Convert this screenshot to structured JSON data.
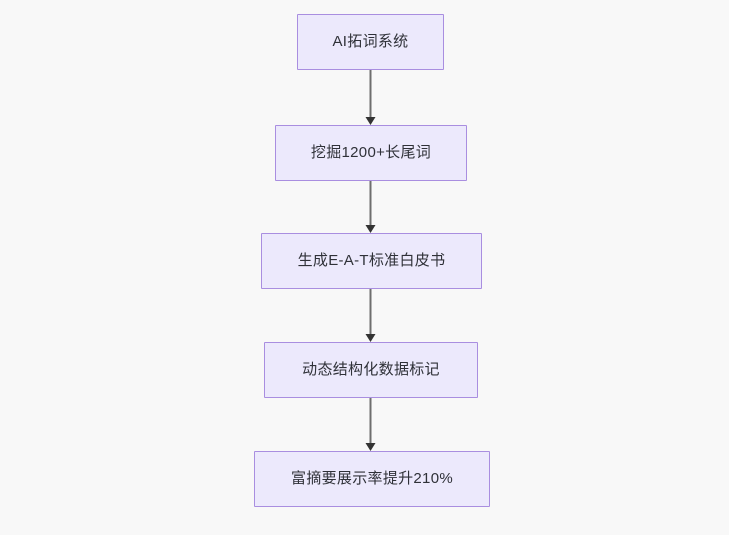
{
  "diagram": {
    "type": "flowchart",
    "orientation": "top-to-bottom",
    "background_color": "#f8f8f8",
    "node_fill_color": "#ece9fc",
    "node_border_color": "#a98ee0",
    "node_text_color": "#2f3138",
    "edge_color": "#6e6e6e",
    "arrowhead_color": "#333333",
    "nodes": [
      {
        "id": "n1",
        "label": "AI拓词系统"
      },
      {
        "id": "n2",
        "label": "挖掘1200+长尾词"
      },
      {
        "id": "n3",
        "label": "生成E-A-T标准白皮书"
      },
      {
        "id": "n4",
        "label": "动态结构化数据标记"
      },
      {
        "id": "n5",
        "label": "富摘要展示率提升210%"
      }
    ],
    "edges": [
      {
        "from": "n1",
        "to": "n2",
        "label": ""
      },
      {
        "from": "n2",
        "to": "n3",
        "label": ""
      },
      {
        "from": "n3",
        "to": "n4",
        "label": ""
      },
      {
        "from": "n4",
        "to": "n5",
        "label": ""
      }
    ]
  }
}
